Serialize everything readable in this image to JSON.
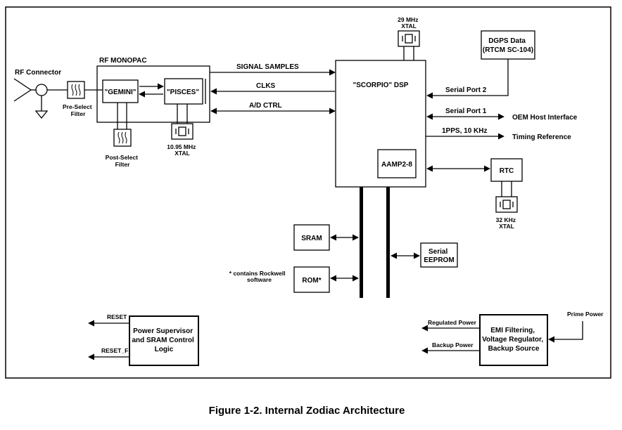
{
  "caption": "Figure 1-2. Internal Zodiac Architecture",
  "blocks": {
    "rf_connector": "RF Connector",
    "pre_select_filter": [
      "Pre-Select",
      "Filter"
    ],
    "rf_monopac": "RF MONOPAC",
    "gemini": "\"GEMINI\"",
    "pisces": "\"PISCES\"",
    "post_select_filter": [
      "Post-Select",
      "Filter"
    ],
    "xtal_1095": [
      "10.95 MHz",
      "XTAL"
    ],
    "xtal_29": [
      "29 MHz",
      "XTAL"
    ],
    "scorpio": "\"SCORPIO\" DSP",
    "aamp": "AAMP2-8",
    "dgps": [
      "DGPS Data",
      "(RTCM SC-104)"
    ],
    "rtc": "RTC",
    "xtal_32": [
      "32 KHz",
      "XTAL"
    ],
    "sram": "SRAM",
    "rom": "ROM*",
    "rom_note": [
      "* contains Rockwell",
      "software"
    ],
    "serial_eeprom": [
      "Serial",
      "EEPROM"
    ],
    "power_supervisor": [
      "Power Supervisor",
      "and SRAM Control",
      "Logic"
    ],
    "emi": [
      "EMI Filtering,",
      "Voltage Regulator,",
      "Backup Source"
    ]
  },
  "signals": {
    "signal_samples": "SIGNAL SAMPLES",
    "clks": "CLKS",
    "ad_ctrl": "A/D CTRL",
    "serial_port_2": "Serial Port 2",
    "serial_port_1": "Serial Port 1",
    "oem_host": "OEM Host Interface",
    "pps": "1PPS, 10 KHz",
    "timing_ref": "Timing Reference",
    "reset": "RESET",
    "reset_f": "RESET_F",
    "regulated_power": "Regulated Power",
    "backup_power": "Backup Power",
    "prime_power": "Prime Power"
  }
}
